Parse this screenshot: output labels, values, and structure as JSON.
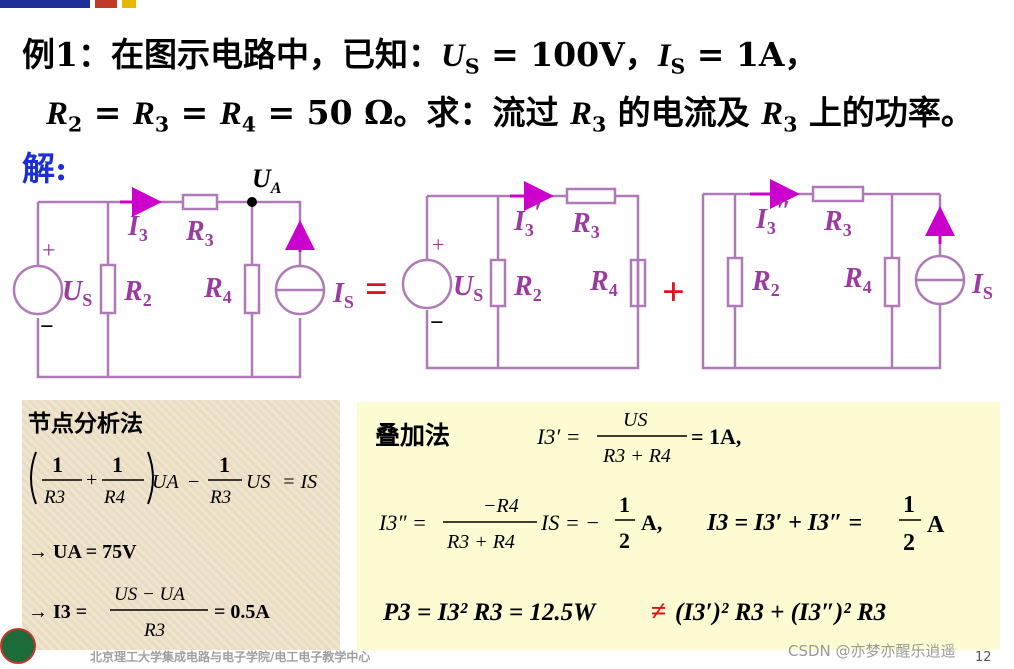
{
  "problem": {
    "line1": {
      "prefix": "例1：在图示电路中，已知：",
      "us_sym": "U",
      "us_sub": "S",
      "us_val": " = 100V，",
      "is_sym": "I",
      "is_sub": "S",
      "is_val": " = 1A，"
    },
    "line2": {
      "r2": "R",
      "r2s": "2",
      "eq1": " = ",
      "r3": "R",
      "r3s": "3",
      "eq2": " = ",
      "r4": "R",
      "r4s": "4",
      "val": " = 50 Ω。求：流过 ",
      "r3b": "R",
      "r3bs": "3",
      "mid": " 的电流及 ",
      "r3c": "R",
      "r3cs": "3",
      "end": " 上的功率。"
    },
    "solution_label": "解:"
  },
  "circuit_labels": {
    "ua": "U",
    "ua_sub": "A",
    "us": "U",
    "us_sub": "S",
    "r2": "R",
    "r2_sub": "2",
    "r3": "R",
    "r3_sub": "3",
    "r4": "R",
    "r4_sub": "4",
    "is": "I",
    "is_sub": "S",
    "i3": "I",
    "i3_sub": "3",
    "i3p": "I",
    "i3p_sub": "3",
    "i3p_mark": "′",
    "i3pp": "I",
    "i3pp_sub": "3",
    "i3pp_mark": "″",
    "plus_sign": "+",
    "minus_sign": "−",
    "equals_op": "=",
    "plus_op": "+"
  },
  "node_method": {
    "title": "节点分析法",
    "eq1": {
      "one": "1",
      "r3": "R3",
      "r4": "R4",
      "ua": "UA",
      "minus": "−",
      "us": "US",
      "is": "= IS"
    },
    "eq2": "→ UA = 75V",
    "eq3": {
      "lhs": "→ I3 =",
      "num": "US − UA",
      "den": "R3",
      "res": "= 0.5A"
    }
  },
  "superposition": {
    "title": "叠加法",
    "eq1": {
      "lhs": "I3′ =",
      "num": "US",
      "den": "R3 + R4",
      "res": "= 1A,"
    },
    "eq2": {
      "lhs": "I3″ =",
      "num": "−R4",
      "den": "R3 + R4",
      "mid": "IS = −",
      "fn": "1",
      "fd": "2",
      "unit": "A,"
    },
    "eq3": {
      "lhs": "I3 = I3′ + I3″ =",
      "fn": "1",
      "fd": "2",
      "unit": "A"
    },
    "eq4": {
      "lhs": "P3 = I3² R3 = 12.5W",
      "neq": "≠",
      "rhs": "(I3′)² R3 + (I3″)² R3"
    }
  },
  "footer": "北京理工大学集成电路与电子学院/电工电子教学中心",
  "watermark": "CSDN @亦梦亦醒乐逍遥",
  "page_number": "12",
  "colors": {
    "wire": "#b07ab8",
    "label": "#9b3aa0",
    "arrow": "#cc00cc",
    "red": "#e0101a",
    "blue": "#1c2fd6",
    "topbar": [
      "#1f2f9a",
      "#c0392b",
      "#e6b800",
      "#2e8b57"
    ]
  }
}
